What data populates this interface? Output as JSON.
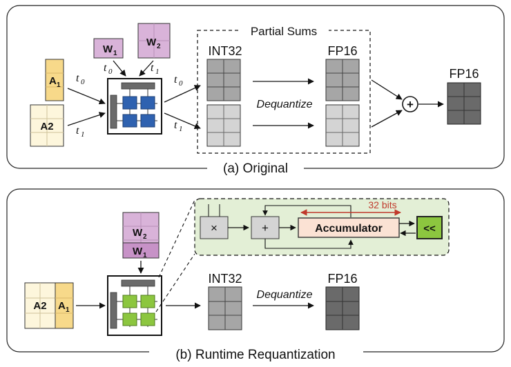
{
  "panel_a": {
    "caption": "(a) Original",
    "partial_sums_label": "Partial Sums",
    "int32_label": "INT32",
    "fp16_label": "FP16",
    "fp16_out_label": "FP16",
    "dequantize_label": "Dequantize",
    "w1_sub": "1",
    "w2_sub": "2",
    "a1_sub": "1",
    "a2_label": "A2",
    "t0_sub": "0",
    "t1_sub": "1",
    "plus_symbol": "+"
  },
  "panel_b": {
    "caption": "(b) Runtime Requantization",
    "int32_label": "INT32",
    "fp16_label": "FP16",
    "dequantize_label": "Dequantize",
    "w1_sub": "1",
    "w2_sub": "2",
    "a1_sub": "1",
    "a2_label": "A2",
    "bits_label": "32 bits",
    "accumulator_label": "Accumulator",
    "multiply_symbol": "×",
    "add_symbol": "+",
    "shift_symbol": "<<"
  },
  "colors": {
    "weight_fill": "#d9b3d9",
    "act_a1_fill": "#f7d98a",
    "act_a2_fill": "#fdf6dc",
    "pe_blue": "#2f62b0",
    "pe_green": "#8cc63f",
    "int32_gray": "#a6a6a6",
    "dark_gray": "#6a6a6a",
    "light_gray": "#d4d4d4",
    "detail_bg": "#e3efd6",
    "accumulator_fill": "#fbe2d4",
    "bits_red": "#c0392b"
  }
}
